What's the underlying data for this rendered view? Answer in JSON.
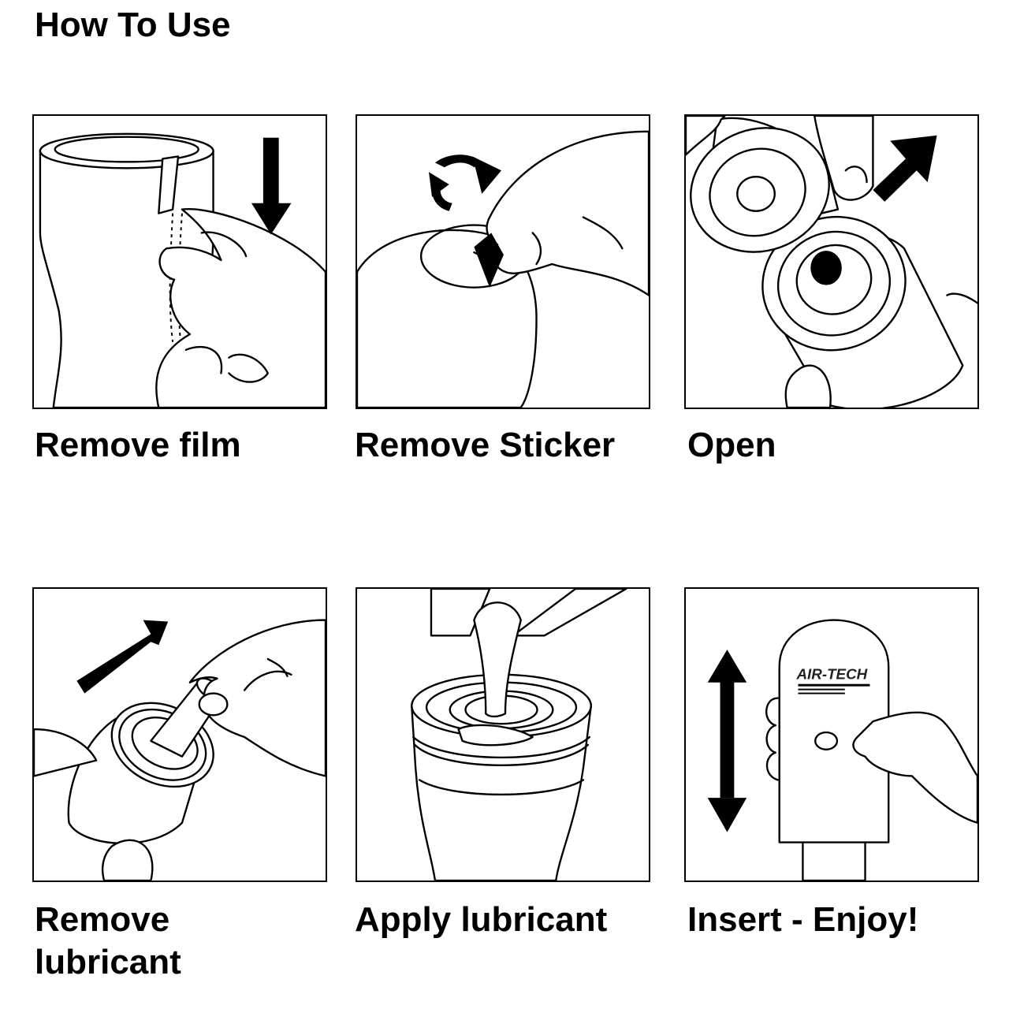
{
  "title": "How To Use",
  "steps": [
    {
      "id": "remove-film",
      "caption": "Remove film",
      "icon": "remove-film-illustration"
    },
    {
      "id": "remove-sticker",
      "caption": "Remove Sticker",
      "icon": "remove-sticker-illustration"
    },
    {
      "id": "open",
      "caption": "Open",
      "icon": "open-cap-illustration"
    },
    {
      "id": "remove-lubricant",
      "caption": "Remove\nlubricant",
      "icon": "remove-lubricant-illustration"
    },
    {
      "id": "apply-lubricant",
      "caption": "Apply lubricant",
      "icon": "apply-lubricant-illustration"
    },
    {
      "id": "insert-enjoy",
      "caption": "Insert - Enjoy!",
      "icon": "insert-illustration"
    }
  ],
  "product_brand": "AIR-TECH"
}
